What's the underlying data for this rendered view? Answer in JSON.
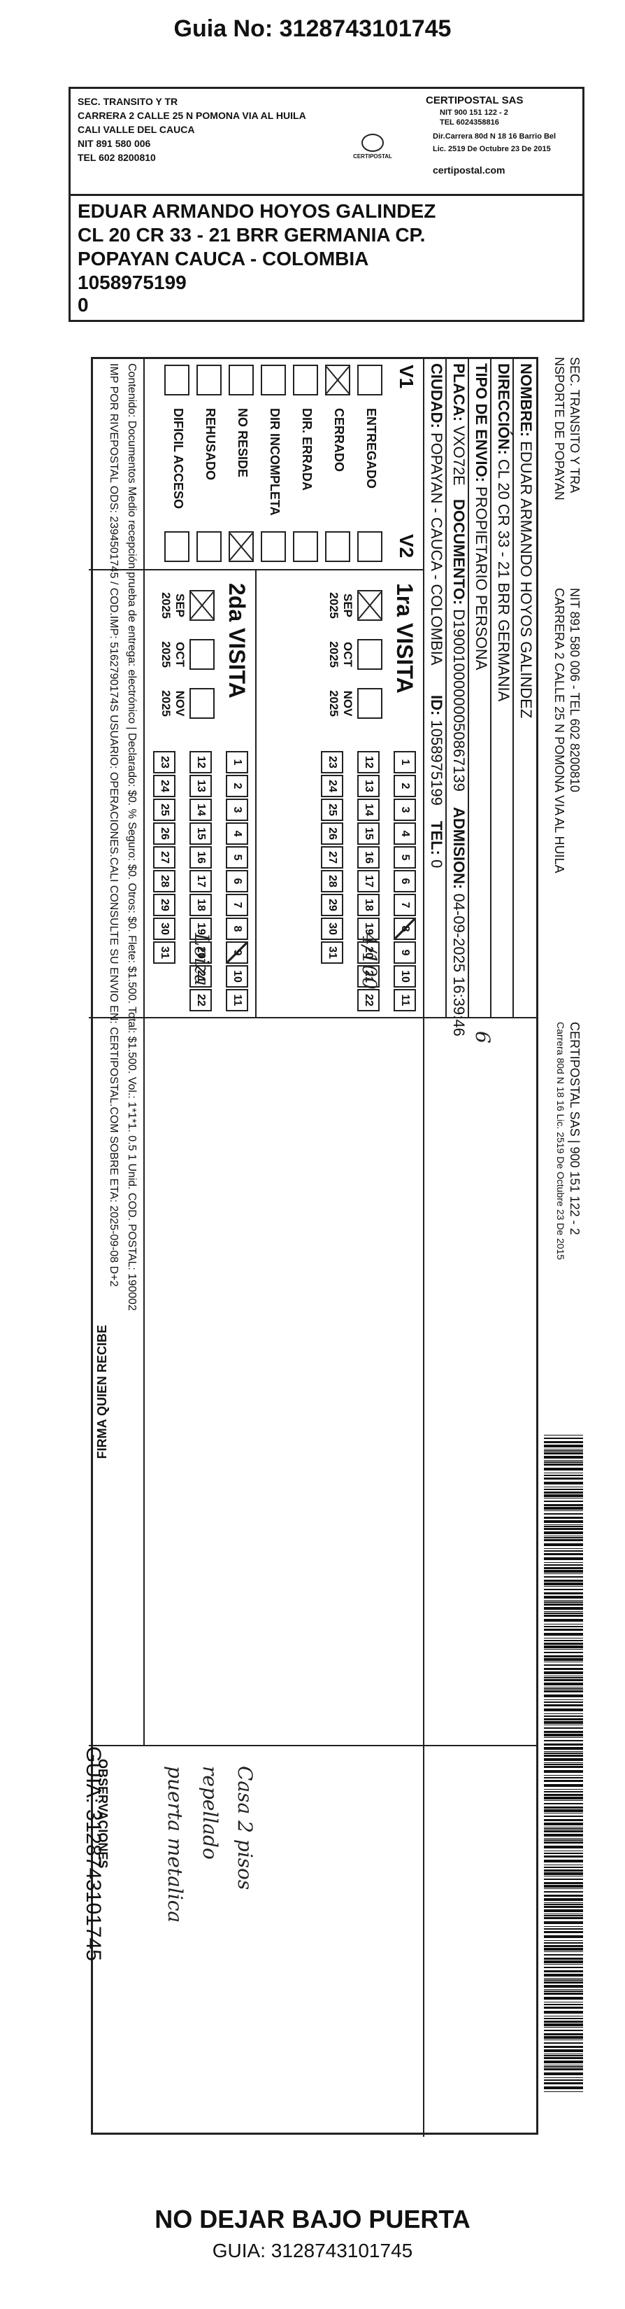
{
  "heading": "Guia No: 3128743101745",
  "sender": {
    "lines": [
      "SEC. TRANSITO Y TR",
      "CARRERA 2 CALLE 25 N POMONA VIA AL HUILA",
      "CALI VALLE DEL CAUCA",
      "NIT 891 580 006",
      "TEL 602 8200810"
    ],
    "company": "CERTIPOSTAL SAS",
    "company_nit": "NIT 900 151 122 - 2",
    "company_tel": "TEL 6024358816",
    "company_addr": "Dir.Carrera 80d N 18 16 Barrio Bel",
    "company_lic": "Lic. 2519 De Octubre 23 De 2015",
    "logo_text": "CERTIPOSTAL",
    "website": "certipostal.com"
  },
  "recipient": {
    "name": "EDUAR ARMANDO HOYOS GALINDEZ",
    "address": "CL 20 CR 33 - 21 BRR GERMANIA CP.",
    "city": "POPAYAN CAUCA - COLOMBIA",
    "id": "1058975199",
    "extra": "0"
  },
  "rotated": {
    "sender_header_1": "SEC. TRANSITO Y TRA",
    "sender_header_2": "NSPORTE DE POPAYAN",
    "sender_nit": "NIT 891 580 006 - TEL 602 8200810",
    "sender_addr": "CARRERA 2 CALLE 25 N POMONA VIA AL HUILA",
    "company_line": "CERTIPOSTAL SAS | 900 151 122 - 2",
    "company_addr": "Carrera 80d N 18 16 Lic. 2519 De Octubre 23 De 2015",
    "nombre_label": "NOMBRE:",
    "nombre_value": "EDUAR ARMANDO HOYOS GALINDEZ",
    "direccion_label": "DIRECCIÓN:",
    "direccion_value": "CL 20 CR 33 - 21 BRR GERMANIA",
    "tipo_label": "TIPO DE ENVIO:",
    "tipo_value": "PROPIETARIO PERSONA",
    "placa_label": "PLACA:",
    "placa_value": "VXO72E",
    "documento_label": "DOCUMENTO:",
    "documento_value": "D19001000000050867139",
    "admision_label": "ADMISION:",
    "admision_value": "04-09-2025 16:39:46",
    "ciudad_label": "CIUDAD:",
    "ciudad_value": "POPAYAN - CAUCA - COLOMBIA",
    "id_label": "ID:",
    "id_value": "1058975199",
    "tel_label": "TEL:",
    "tel_value": "0",
    "v1": "V1",
    "v2": "V2",
    "reasons": [
      "ENTREGADO",
      "CERRADO",
      "DIR. ERRADA",
      "DIR INCOMPLETA",
      "NO RESIDE",
      "REHUSADO",
      "DIFICIL ACCESO"
    ],
    "visit1": "1ra VISITA",
    "visit2": "2da VISITA",
    "months": [
      "SEP 2025",
      "OCT 2025",
      "NOV 2025"
    ],
    "firma_label": "FIRMA QUIEN RECIBE",
    "obs_label": "OBSERVACIONES",
    "guia_vertical": "GUIA: 3128743101745",
    "contenido": "Contenido: Documentos Medio recepción prueba de entrega: electrónico | Declarado: $0. % Seguro: $0. Otros: $0. Flete: $1.500. Total: $1.500. Vol.: 1*1*1. 0.5 1 Unid. COD. POSTAL: 190002",
    "imp": "IMP POR RIVEPOSTAL ODS: 2394501745 / COD.IMP: 5162790174S USUARIO: OPERACIONES.CALI CONSULTE SU ENVIO EN: CERTIPOSTAL.COM SOBRE ETA: 2025-09-08 D+2",
    "hand1": "Loiza",
    "hand2": "4/100",
    "hand3": "6",
    "obs_text_1": "Casa 2 pisos",
    "obs_text_2": "repellado",
    "obs_text_3": "puerta metalica"
  },
  "days1": [
    "1",
    "2",
    "3",
    "4",
    "5",
    "6",
    "7",
    "8",
    "9",
    "10",
    "11",
    "12",
    "13",
    "14",
    "15",
    "16",
    "17",
    "18",
    "19",
    "20",
    "21",
    "22",
    "23",
    "24",
    "25",
    "26",
    "27",
    "28",
    "29",
    "30",
    "31"
  ],
  "footer1": "NO DEJAR BAJO PUERTA",
  "footer2": "GUIA: 3128743101745"
}
